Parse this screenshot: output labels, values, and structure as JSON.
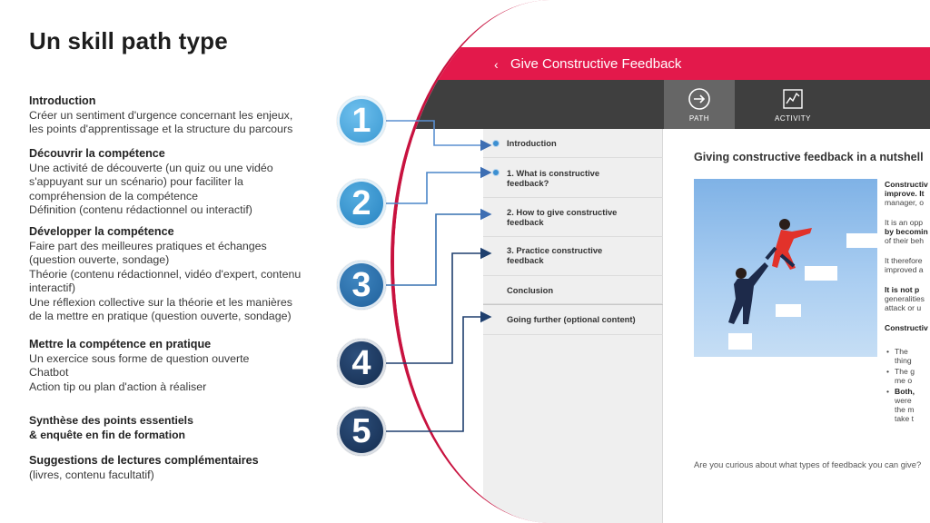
{
  "title": "Un skill path type",
  "colors": {
    "accent": "#e3194b",
    "arc": "#c8123f",
    "badge_light": "#4aa3d8",
    "badge_mid": "#2c7ab6",
    "badge_dark": "#16375c",
    "connector": "#4b78b8"
  },
  "sections": [
    {
      "heading": "Introduction",
      "lines": [
        "Créer un sentiment d'urgence concernant les enjeux,",
        "les points d'apprentissage et la structure du parcours"
      ]
    },
    {
      "heading": "Découvrir la compétence",
      "lines": [
        "Une activité de découverte (un quiz ou une vidéo",
        "s'appuyant sur un scénario) pour faciliter la",
        "compréhension de la compétence",
        "Définition (contenu rédactionnel ou interactif)"
      ]
    },
    {
      "heading": "Développer la compétence",
      "lines": [
        "Faire part des meilleures pratiques et échanges",
        "(question ouverte, sondage)",
        "Théorie (contenu rédactionnel, vidéo d'expert, contenu",
        "interactif)",
        "Une réflexion collective sur la théorie et les manières",
        "de la mettre en pratique (question ouverte, sondage)"
      ]
    },
    {
      "heading": "Mettre la compétence en pratique",
      "lines": [
        "Un exercice sous forme de question ouverte",
        "Chatbot",
        "Action tip ou plan d'action à réaliser"
      ]
    },
    {
      "heading": "Synthèse des points essentiels",
      "heading2": "& enquête en fin de formation",
      "lines": []
    },
    {
      "heading": "Suggestions de lectures complémentaires",
      "lines": [
        "(livres, contenu facultatif)"
      ]
    }
  ],
  "badges": [
    "1",
    "2",
    "3",
    "4",
    "5"
  ],
  "app": {
    "course_title": "Give Constructive Feedback",
    "tabs": [
      {
        "label": "PATH",
        "icon": "arrow-circle-icon"
      },
      {
        "label": "ACTIVITY",
        "icon": "activity-chart-icon"
      }
    ],
    "sidebar": [
      {
        "label": "Introduction",
        "label2": ""
      },
      {
        "label": "1. What is constructive",
        "label2": "feedback?"
      },
      {
        "label": "2. How to give constructive",
        "label2": "feedback"
      },
      {
        "label": "3. Practice constructive",
        "label2": "feedback"
      },
      {
        "label": "Conclusion",
        "label2": ""
      },
      {
        "label": "Going further (optional content)",
        "label2": ""
      }
    ],
    "content_title": "Giving constructive feedback in a nutshell",
    "text_fragments": [
      "Constructiv",
      "improve. It",
      "manager, o",
      "It is an opp",
      "by becomin",
      "of their beh",
      "It therefore",
      "improved a",
      "It is not p",
      "generalities",
      "attack or u",
      "Constructiv"
    ],
    "bullet_fragments": [
      "The",
      "thing",
      "The g",
      "me o",
      "Both,",
      "were",
      "the m",
      "take t"
    ],
    "footer_text": "Are you curious about what types of feedback you can give?"
  }
}
